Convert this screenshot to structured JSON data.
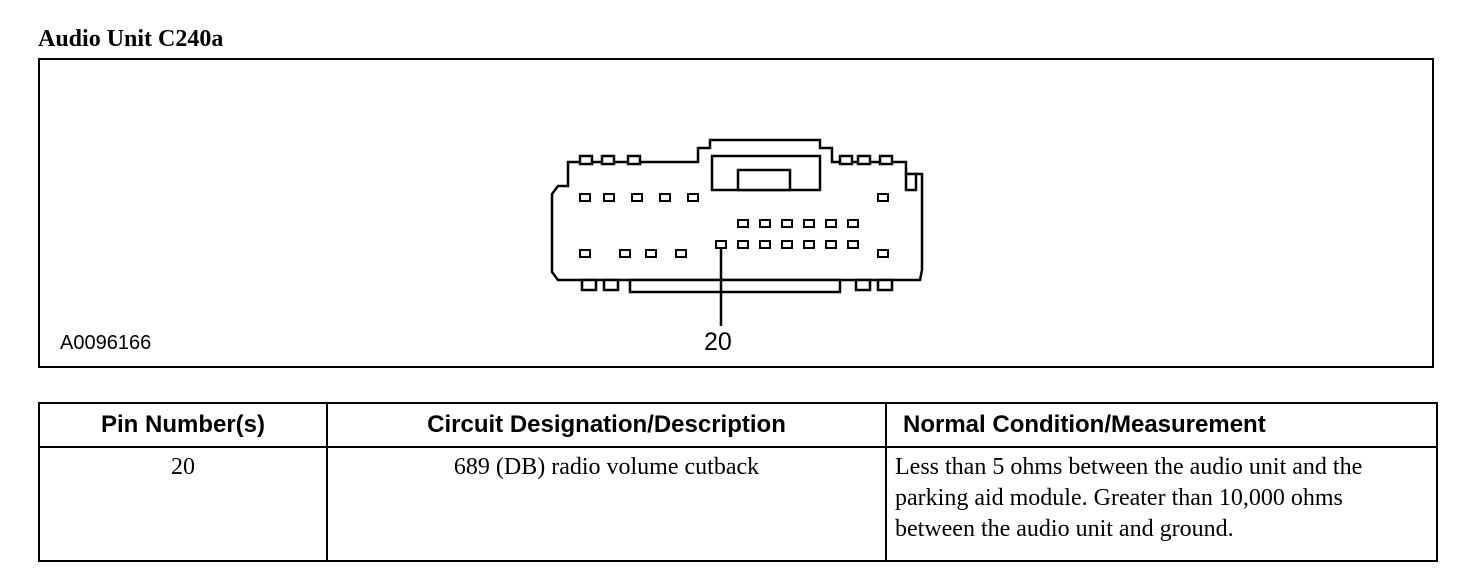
{
  "title": "Audio Unit C240a",
  "figure": {
    "id": "A0096166",
    "callout_pin": "20"
  },
  "table": {
    "headers": [
      "Pin Number(s)",
      "Circuit Designation/Description",
      "Normal Condition/Measurement"
    ],
    "rows": [
      {
        "pin": "20",
        "circuit": "689 (DB) radio volume cutback",
        "condition": "Less than 5 ohms between the audio unit and the parking aid module. Greater than 10,000 ohms between the audio unit and ground."
      }
    ]
  }
}
